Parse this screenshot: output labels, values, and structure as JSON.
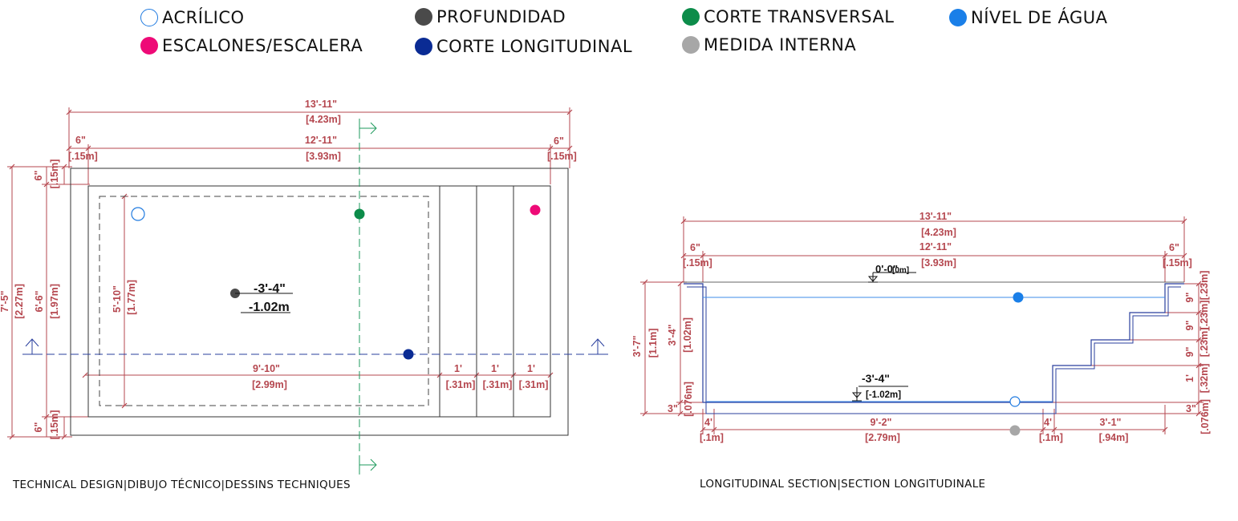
{
  "legend": [
    {
      "id": "acrilico",
      "label": "ACRÍLICO",
      "color": "#1f7ae0",
      "hollow": true
    },
    {
      "id": "escalones",
      "label": "ESCALONES/ESCALERA",
      "color": "#ee0a77",
      "hollow": false
    },
    {
      "id": "profundidad",
      "label": "PROFUNDIDAD",
      "color": "#4a4a4a",
      "hollow": false
    },
    {
      "id": "longitudinal",
      "label": "CORTE LONGITUDINAL",
      "color": "#0a2b94",
      "hollow": false
    },
    {
      "id": "transversal",
      "label": "CORTE TRANSVERSAL",
      "color": "#0c8c4a",
      "hollow": false
    },
    {
      "id": "medida",
      "label": "MEDIDA INTERNA",
      "color": "#a7a7a7",
      "hollow": false
    },
    {
      "id": "nivel",
      "label": "NÍVEL DE ÁGUA",
      "color": "#1a7fe8",
      "hollow": false
    }
  ],
  "colors": {
    "dimension": "#b5474f",
    "outline": "#222222",
    "section_long": "#2a3f9e",
    "section_trans": "#1e9a5c",
    "water": "#3d8be8"
  },
  "plan": {
    "caption": "TECHNICAL DESIGN|DIBUJO TÉCNICO|DESSINS TECHNIQUES",
    "overall_ft": "13'-11\"",
    "overall_m": "[4.23m]",
    "inner_ft": "12'-11\"",
    "inner_m": "[3.93m]",
    "side_left_ft": "6\"",
    "side_left_m": "[.15m]",
    "side_right_ft": "6\"",
    "side_right_m": "[.15m]",
    "height_total_ft": "7'-5\"",
    "height_total_m": "[2.27m]",
    "height_inner_ft": "6'-6\"",
    "height_inner_m": "[1.97m]",
    "top_edge_ft": "6\"",
    "top_edge_m": "[.15m]",
    "bottom_edge_ft": "6\"",
    "bottom_edge_m": "[.15m]",
    "floor_width_ft": "5'-10\"",
    "floor_width_m": "[1.77m]",
    "floor_length_ft": "9'-10\"",
    "floor_length_m": "[2.99m]",
    "step1_ft": "1'",
    "step1_m": "[.31m]",
    "step2_ft": "1'",
    "step2_m": "[.31m]",
    "step3_ft": "1'",
    "step3_m": "[.31m]",
    "depth_ft": "-3'-4\"",
    "depth_m": "-1.02m"
  },
  "section": {
    "caption": "LONGITUDINAL SECTION|SECTION LONGITUDINALE",
    "overall_ft": "13'-11\"",
    "overall_m": "[4.23m]",
    "inner_ft": "12'-11\"",
    "inner_m": "[3.93m]",
    "side_left_ft": "6\"",
    "side_left_m": "[.15m]",
    "side_right_ft": "6\"",
    "side_right_m": "[.15m]",
    "top_level": "0'-0\"",
    "top_level_m": "[0m]",
    "depth_ft": "-3'-4\"",
    "depth_m": "[-1.02m]",
    "outer_height_ft": "3'-7\"",
    "outer_height_m": "[1.1m]",
    "inner_height_ft": "3'-4\"",
    "inner_height_m": "[1.02m]",
    "floor_thick_ft": "3\"",
    "floor_thick_m": "[.076m]",
    "riser1_ft": "9\"",
    "riser1_m": "[.23m]",
    "riser2_ft": "9\"",
    "riser2_m": "[.23m]",
    "riser3_ft": "9\"",
    "riser3_m": "[.23m]",
    "riser4_ft": "1'",
    "riser4_m": "[.32m]",
    "base_ft": "3\"",
    "base_m": "[.076m]",
    "foot_left_ft": "4'",
    "foot_left_m": "[.1m]",
    "floor_ft": "9'-2\"",
    "floor_m": "[2.79m]",
    "foot_right_ft": "4'",
    "foot_right_m": "[.1m]",
    "stairs_ft": "3'-1\"",
    "stairs_m": "[.94m]"
  }
}
